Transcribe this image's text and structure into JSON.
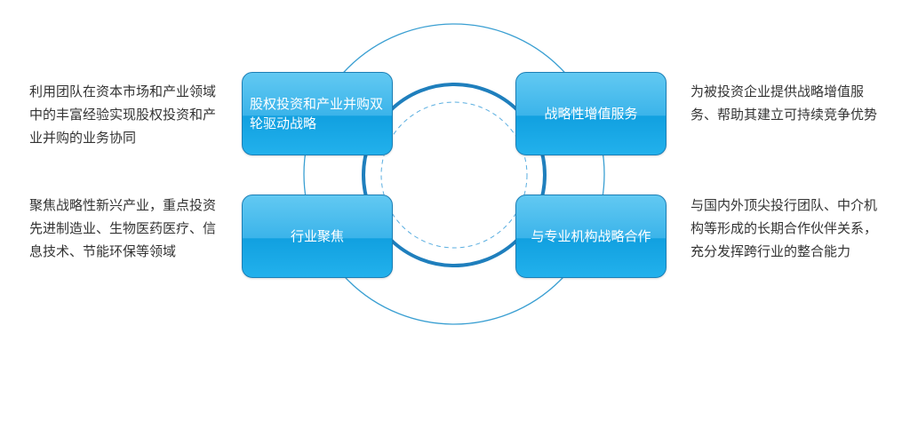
{
  "cards": {
    "top_left": "股权投资和产业并购双轮驱动战略",
    "top_right": "战略性增值服务",
    "bottom_left": "行业聚焦",
    "bottom_right": "与专业机构战略合作"
  },
  "descriptions": {
    "top_left": "利用团队在资本市场和产业领域中的丰富经验实现股权投资和产业并购的业务协同",
    "bottom_left": "聚焦战略性新兴产业，重点投资先进制造业、生物医药医疗、信息技术、节能环保等领域",
    "top_right": "为被投资企业提供战略增值服务、帮助其建立可持续竞争优势",
    "bottom_right": "与国内外顶尖投行团队、中介机构等形成的长期合作伙伴关系，充分发挥跨行业的整合能力"
  },
  "colors": {
    "ring_thin": "#3a9fd2",
    "ring_thick": "#1f7fbd",
    "ring_dashed": "#5aaee0",
    "card_border": "#1c7fb6",
    "text": "#333333"
  }
}
